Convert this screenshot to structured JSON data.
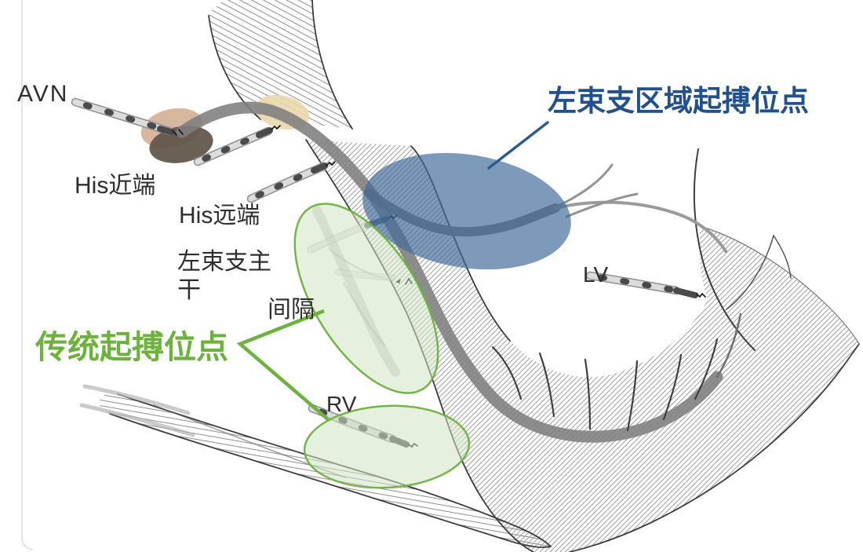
{
  "diagram": {
    "annotations": {
      "lbb_area_title": "左束支区域起搏位点",
      "traditional_title": "传统起搏位点"
    },
    "labels": {
      "avn": "AVN",
      "his_proximal": "His近端",
      "his_distal": "His远端",
      "lbb_trunk_line1": "左束支主",
      "lbb_trunk_line2": "干",
      "septum": "间隔",
      "rv": "RV",
      "lv": "LV"
    },
    "zones": {
      "lbb_area_fill": "#3f6a99",
      "green_fill": "#cfe3c2",
      "green_stroke": "#6cb33c"
    },
    "colors": {
      "label_text": "#2e2e2e",
      "blue_title": "#20508f",
      "green_title": "#6cb33c",
      "pointer_blue": "#2d5a92",
      "pointer_green": "#6cb33c"
    }
  }
}
